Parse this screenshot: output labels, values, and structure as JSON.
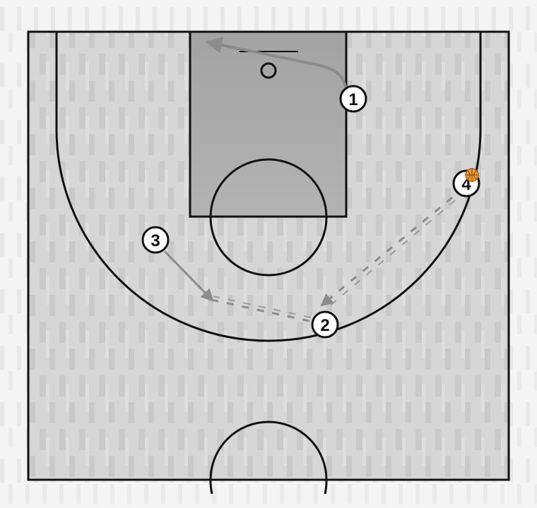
{
  "diagram": {
    "type": "basketball-half-court-play",
    "colors": {
      "background": "#ffffff",
      "court_floor": "#d3d3d3",
      "court_stripe": "#c4c4c4",
      "paint": "#a6a6a6",
      "lines": "#111111",
      "arrow": "#8c8c8c",
      "player_fill": "#ffffff",
      "ball": "#f0a030"
    },
    "players": [
      {
        "label": "1",
        "has_ball": false
      },
      {
        "label": "2",
        "has_ball": false
      },
      {
        "label": "3",
        "has_ball": false
      },
      {
        "label": "4",
        "has_ball": true
      }
    ],
    "movements": [
      {
        "from": "1",
        "action": "cut",
        "style": "solid"
      },
      {
        "from": "3",
        "action": "cut",
        "style": "solid"
      },
      {
        "from": "2",
        "action": "screen-path",
        "style": "dashed"
      },
      {
        "from": "4",
        "action": "pass",
        "style": "dashed"
      }
    ]
  }
}
